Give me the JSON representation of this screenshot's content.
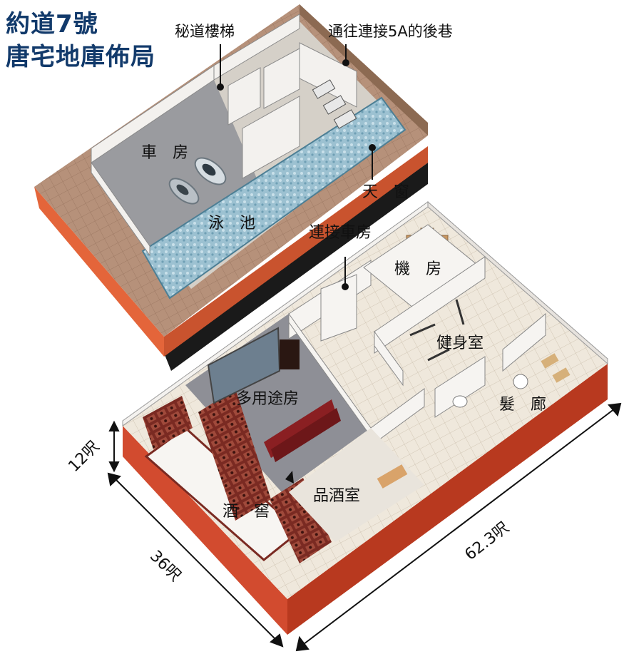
{
  "title": {
    "line1": "約道7號",
    "line2": "唐宅地庫佈局"
  },
  "labels": {
    "secret_stairs": "秘道樓梯",
    "back_alley": "通往連接5A的後巷",
    "garage": "車　房",
    "skylight": "天　窗",
    "pool": "泳　池",
    "link_garage": "連接車房",
    "machine_room": "機　房",
    "gym": "健身室",
    "multi_room": "多用途房",
    "hair_salon": "髮　廊",
    "wine_tasting": "品酒室",
    "wine_cellar": "酒　窖"
  },
  "dimensions": {
    "height": "12呎",
    "width": "36呎",
    "length": "62.3呎"
  },
  "colors": {
    "title": "#123a6b",
    "outer_wall": "#c9422a",
    "deck": "#b48a6f",
    "pool_water": "#8fb6c8",
    "floor_tile": "#e9e1d4",
    "carpet": "#8e8f96",
    "shelving": "#7a2a22"
  }
}
